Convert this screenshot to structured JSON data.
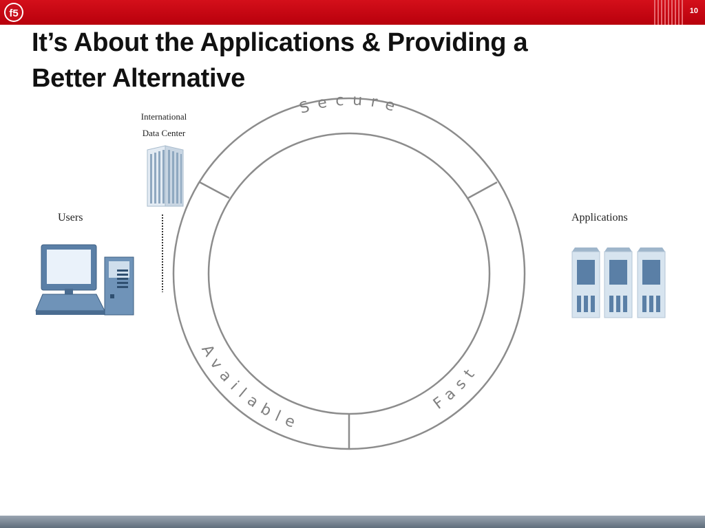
{
  "slide": {
    "title_line1": "It’s About the Applications & Providing a",
    "title_line2": "Better Alternative",
    "page_number": "10",
    "logo_text": "f5"
  },
  "diagram": {
    "data_center_label_line1": "International",
    "data_center_label_line2": "Data Center",
    "users_label": "Users",
    "applications_label": "Applications",
    "ring_segments": [
      "Secure",
      "Available",
      "Fast"
    ]
  },
  "colors": {
    "brand_red": "#c8101b",
    "ring_stroke": "#8c8c8c",
    "icon_blue": "#5a7fa6",
    "icon_light": "#d7e4ef"
  },
  "icons": [
    "f5-logo-icon",
    "data-center-building-icon",
    "desktop-computer-icon",
    "server-rack-icon"
  ]
}
